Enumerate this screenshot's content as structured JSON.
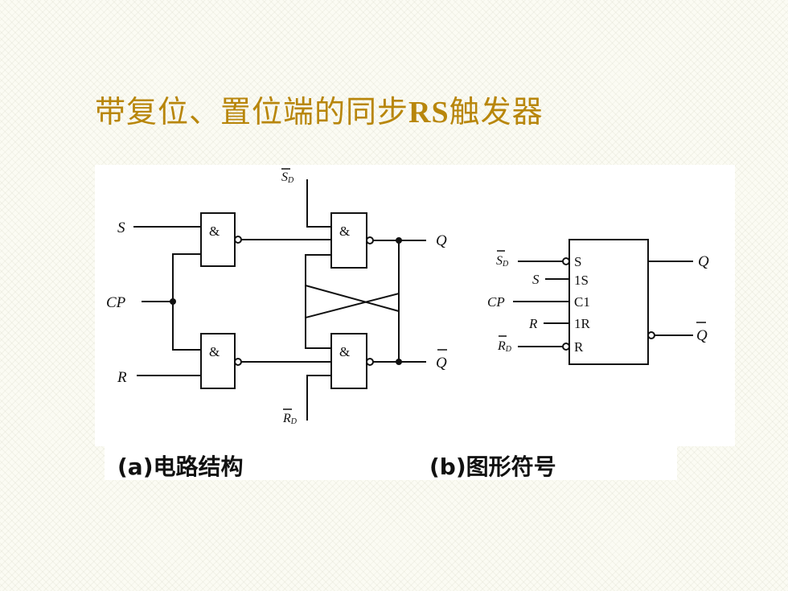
{
  "title": {
    "prefix": "带复位、置位端的同步",
    "rs": "RS",
    "suffix": "触发器"
  },
  "circuit": {
    "gate_symbol": "&",
    "inputs": {
      "s": "S",
      "cp": "CP",
      "r": "R",
      "sd": "S",
      "sd_sub": "D",
      "rd": "R",
      "rd_sub": "D"
    },
    "outputs": {
      "q": "Q",
      "qbar": "Q"
    }
  },
  "symbol": {
    "inputs": {
      "sd": "S",
      "sd_sub": "D",
      "s": "S",
      "cp": "CP",
      "r": "R",
      "rd": "R",
      "rd_sub": "D"
    },
    "pins": {
      "s": "S",
      "s1": "1S",
      "c1": "C1",
      "r1": "1R",
      "r": "R"
    },
    "outputs": {
      "q": "Q",
      "qbar": "Q"
    }
  },
  "captions": {
    "a": "(a)电路结构",
    "b": "(b)图形符号"
  }
}
